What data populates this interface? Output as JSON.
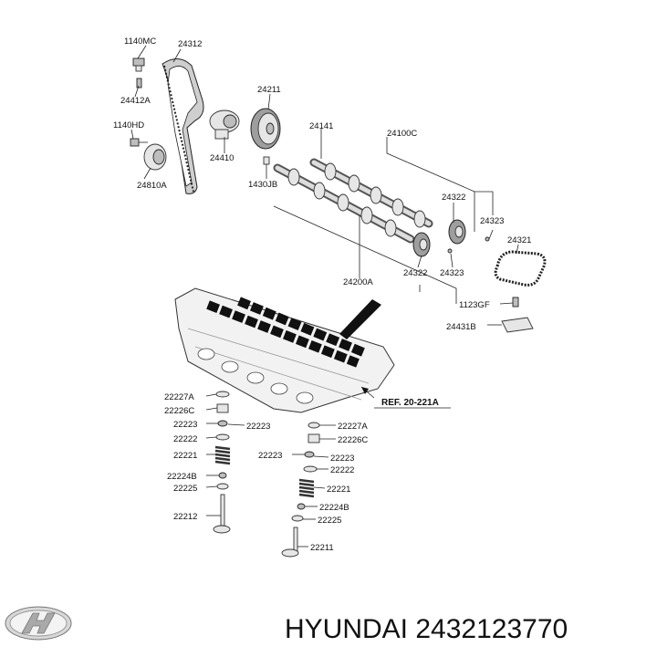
{
  "labels": {
    "p1140MC": "1140MC",
    "p24312": "24312",
    "p24412A": "24412A",
    "p24211": "24211",
    "p1140HD": "1140HD",
    "p24410": "24410",
    "p24810A": "24810A",
    "p24141": "24141",
    "p24100C": "24100C",
    "p1430JB": "1430JB",
    "p24322a": "24322",
    "p24323a": "24323",
    "p24321": "24321",
    "p24200A": "24200A",
    "p24322b": "24322",
    "p24323b": "24323",
    "p1123GF": "1123GF",
    "p24431B": "24431B",
    "ref": "REF. 20-221A",
    "l22227A": "22227A",
    "l22226C": "22226C",
    "l22223a": "22223",
    "l22223b": "22223",
    "l22222": "22222",
    "l22221": "22221",
    "l22224B": "22224B",
    "l22225": "22225",
    "l22212": "22212",
    "r22227A": "22227A",
    "r22226C": "22226C",
    "r22223a": "22223",
    "r22223b": "22223",
    "r22222": "22222",
    "r22221": "22221",
    "r22224B": "22224B",
    "r22225": "22225",
    "r22211": "22211"
  },
  "footer": {
    "brand_text": "HYUNDAI 2432123770",
    "logo": "hyundai-logo"
  }
}
